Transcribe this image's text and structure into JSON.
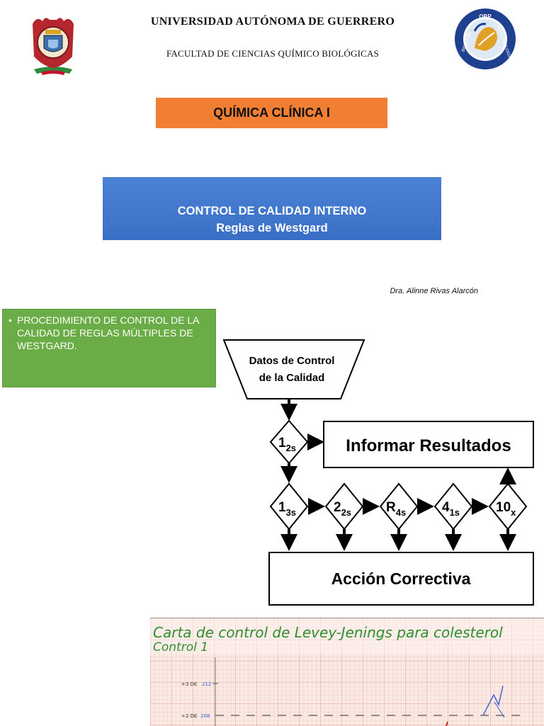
{
  "header": {
    "university": "UNIVERSIDAD AUTÓNOMA DE GUERRERO",
    "faculty": "FACULTAD DE CIENCIAS QUÍMICO BIOLÓGICAS",
    "logo_right_text": "QBP · BIOTECNOLOGÍA · BIOLOGÍA"
  },
  "subject": "QUÍMICA CLÍNICA I",
  "topic": {
    "line1": "CONTROL DE CALIDAD INTERNO",
    "line2": "Reglas de Westgard"
  },
  "author": "Dra. Alinne Rivas Alarcón",
  "bullet": {
    "text": "PROCEDIMIENTO DE CONTROL DE LA CALIDAD DE REGLAS MÚLTIPLES DE WESTGARD."
  },
  "flowchart": {
    "start": {
      "line1": "Datos de Control",
      "line2": "de la Calidad"
    },
    "rule_12s": {
      "main": "1",
      "sub": "2s"
    },
    "report": "Informar Resultados",
    "rules": [
      {
        "main": "1",
        "sub": "3s"
      },
      {
        "main": "2",
        "sub": "2s"
      },
      {
        "main": "R",
        "sub": "4s"
      },
      {
        "main": "4",
        "sub": "1s"
      },
      {
        "main": "10",
        "sub": "x"
      }
    ],
    "corrective": "Acción Correctiva"
  },
  "chart_photo": {
    "title_line1": "Carta de control de Levey-Jenings para colesterol",
    "title_line2": "Control 1",
    "labels": [
      {
        "tag": "+3 DE",
        "value": "212"
      },
      {
        "tag": "+2 DE",
        "value": "208"
      }
    ]
  },
  "colors": {
    "subject_box": "#f07f34",
    "topic_box": "#3f76cc",
    "bullet_box": "#6aac46",
    "chart_ink_green": "#2f8f2f",
    "chart_grid": "#e7a79b"
  }
}
